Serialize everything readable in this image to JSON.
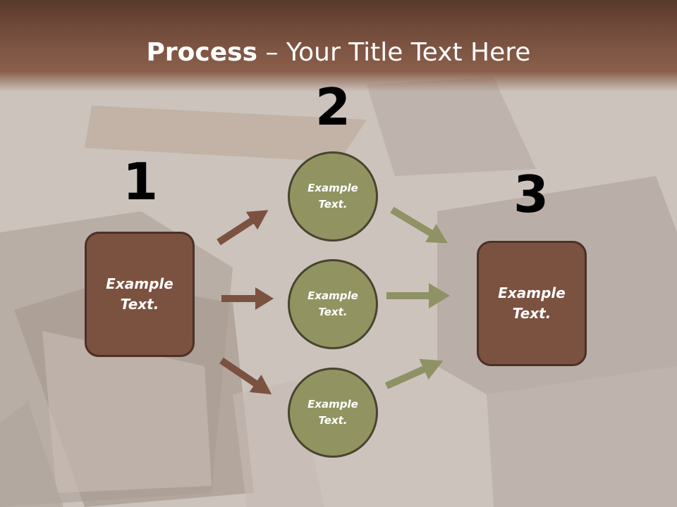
{
  "slide": {
    "title_bold": "Process",
    "title_rest": " – Your Title Text Here"
  },
  "steps": {
    "num1": "1",
    "num2": "2",
    "num3": "3"
  },
  "nodes": {
    "left_box": "Example\nText.",
    "circle_top": "Example\nText.",
    "circle_mid": "Example\nText.",
    "circle_bottom": "Example\nText.",
    "right_box": "Example\nText."
  },
  "colors": {
    "title_band": "#7a5140",
    "box_fill": "#7b5140",
    "circle_fill": "#919461",
    "brown_arrow": "#7b5140",
    "olive_arrow": "#8f9264"
  }
}
